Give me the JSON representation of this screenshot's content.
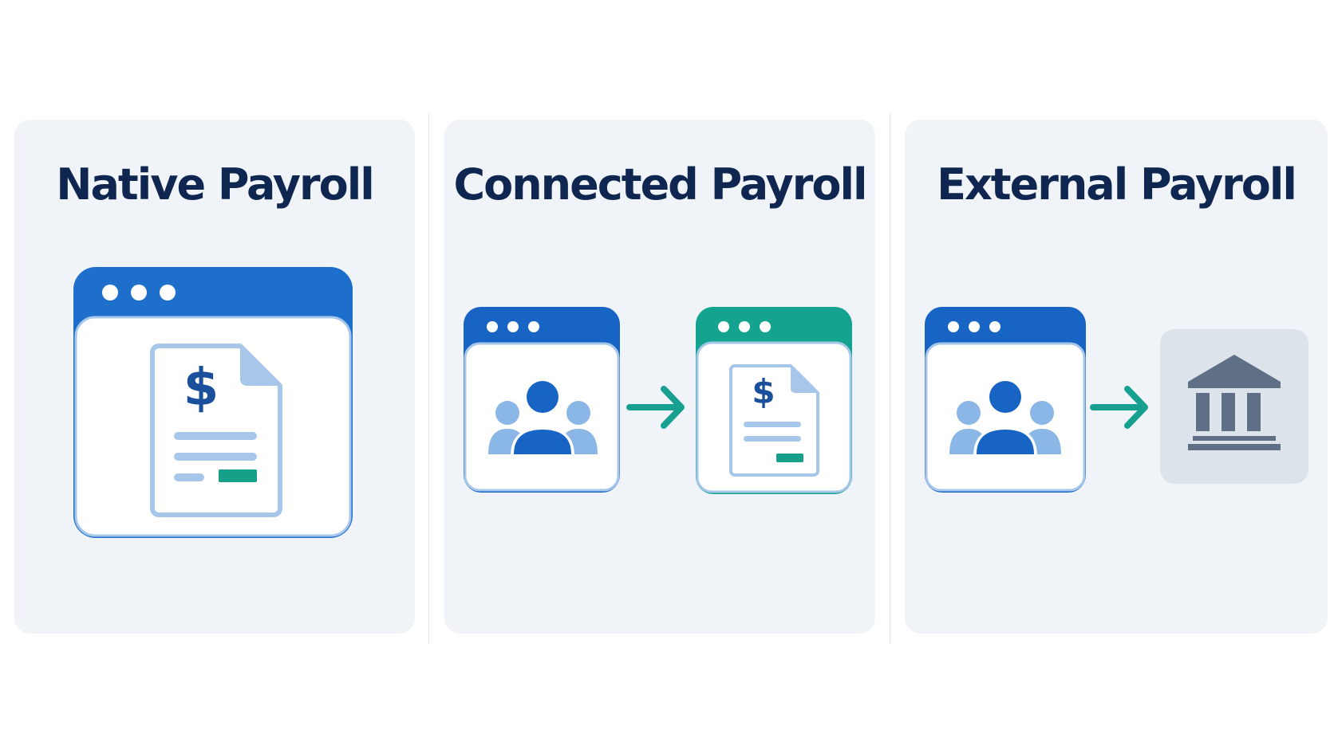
{
  "panels": [
    {
      "id": "native",
      "title": "Native Payroll"
    },
    {
      "id": "connected",
      "title": "Connected Payroll"
    },
    {
      "id": "external",
      "title": "External Payroll"
    }
  ],
  "colors": {
    "panel_bg": "#f0f4f9",
    "title": "#0f2750",
    "window_blue": "#1e6fcc",
    "window_teal": "#13a38f",
    "accent_light_blue": "#a7c7ea",
    "people_light": "#8ab7e6",
    "people_dark": "#1864c4",
    "arrow_teal": "#17a08f",
    "bank_gray": "#5f6f86",
    "bank_bg": "#dde3ea"
  },
  "icons": [
    "app-window-icon",
    "payslip-document-icon",
    "dollar-sign-icon",
    "people-group-icon",
    "arrow-right-icon",
    "bank-building-icon"
  ]
}
